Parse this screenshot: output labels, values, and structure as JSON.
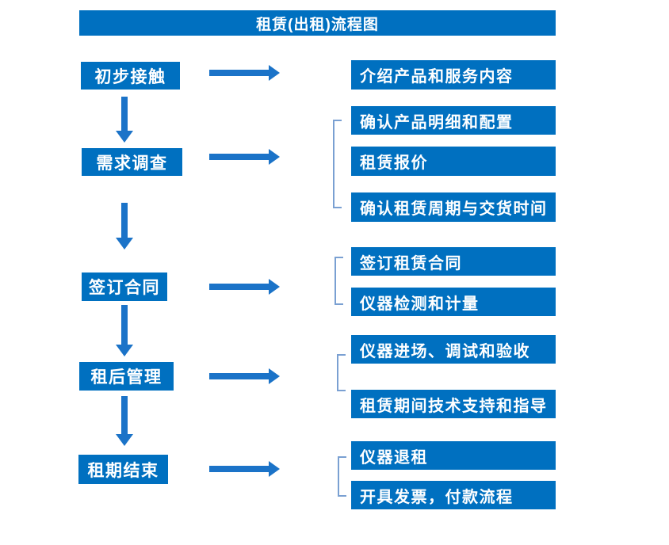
{
  "title_bar": {
    "text": "租赁(出租)流程图"
  },
  "colors": {
    "box_blue": "#0070C0",
    "arrow_blue": "#1B73C8",
    "bracket_blue": "#7AA0D2",
    "text_white": "#FFFFFF",
    "background": "#FFFFFF"
  },
  "flow": {
    "steps": [
      {
        "label": "初步接触",
        "details": [
          "介绍产品和服务内容"
        ]
      },
      {
        "label": "需求调查",
        "details": [
          "确认产品明细和配置",
          "租赁报价",
          "确认租赁周期与交货时间"
        ]
      },
      {
        "label": "签订合同",
        "details": [
          "签订租赁合同",
          "仪器检测和计量"
        ]
      },
      {
        "label": "租后管理",
        "details": [
          "仪器进场、调试和验收",
          "租赁期间技术支持和指导"
        ]
      },
      {
        "label": "租期结束",
        "details": [
          "仪器退租",
          "开具发票，付款流程"
        ]
      }
    ]
  }
}
